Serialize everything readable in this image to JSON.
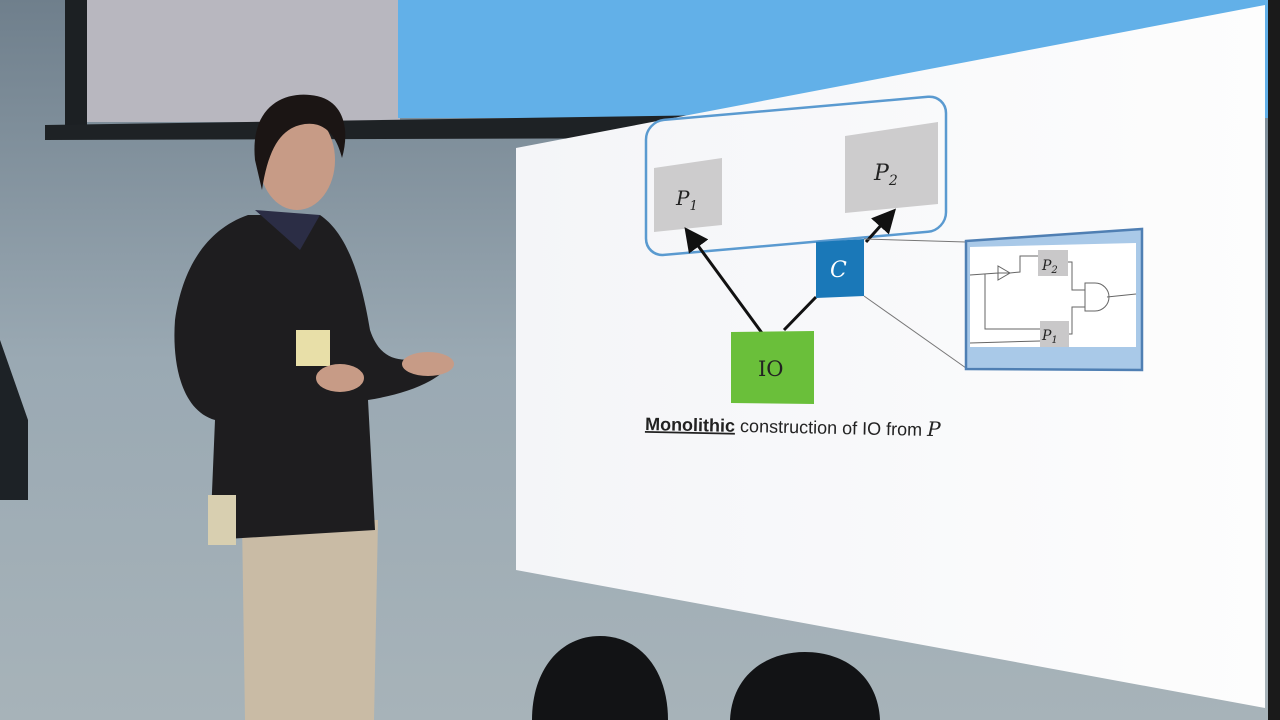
{
  "slide": {
    "box_p1": {
      "letter": "P",
      "sub": "1"
    },
    "box_p2": {
      "letter": "P",
      "sub": "2"
    },
    "box_c": "C",
    "box_io": "IO",
    "circuit": {
      "p2": {
        "letter": "P",
        "sub": "2"
      },
      "p1": {
        "letter": "P",
        "sub": "1"
      }
    },
    "caption": {
      "emphasis": "Monolithic",
      "rest": "construction of IO from ",
      "var": "P"
    }
  },
  "colors": {
    "io_green": "#6abf3a",
    "c_blue": "#1a78b8",
    "frame_blue": "#5a9ad0",
    "top_screen_blue": "#62b0e8"
  }
}
